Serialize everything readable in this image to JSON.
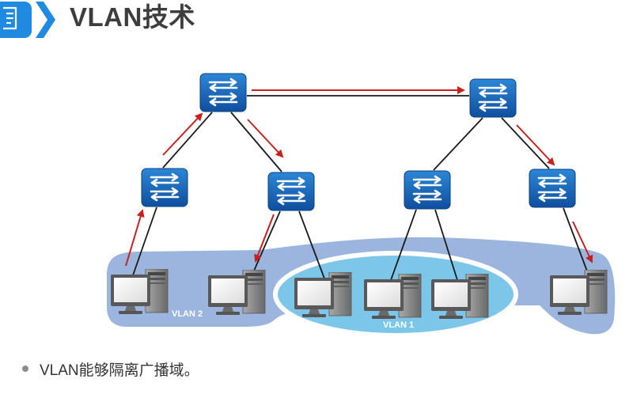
{
  "header": {
    "icon": "document-icon",
    "title": "VLAN技术"
  },
  "diagram": {
    "switch_icon": "switch-icon",
    "pc_icon": "pc-icon",
    "vlan2_label": "VLAN 2",
    "vlan1_label": "VLAN 1",
    "colors": {
      "accent": "#1f8ae0",
      "vlan2_region": "#9bb5df",
      "vlan1_region": "#7cc6ea",
      "broadcast_arrow": "#c8201e",
      "link": "#1a1a1a"
    }
  },
  "bullets": [
    {
      "text": "VLAN能够隔离广播域。"
    }
  ]
}
